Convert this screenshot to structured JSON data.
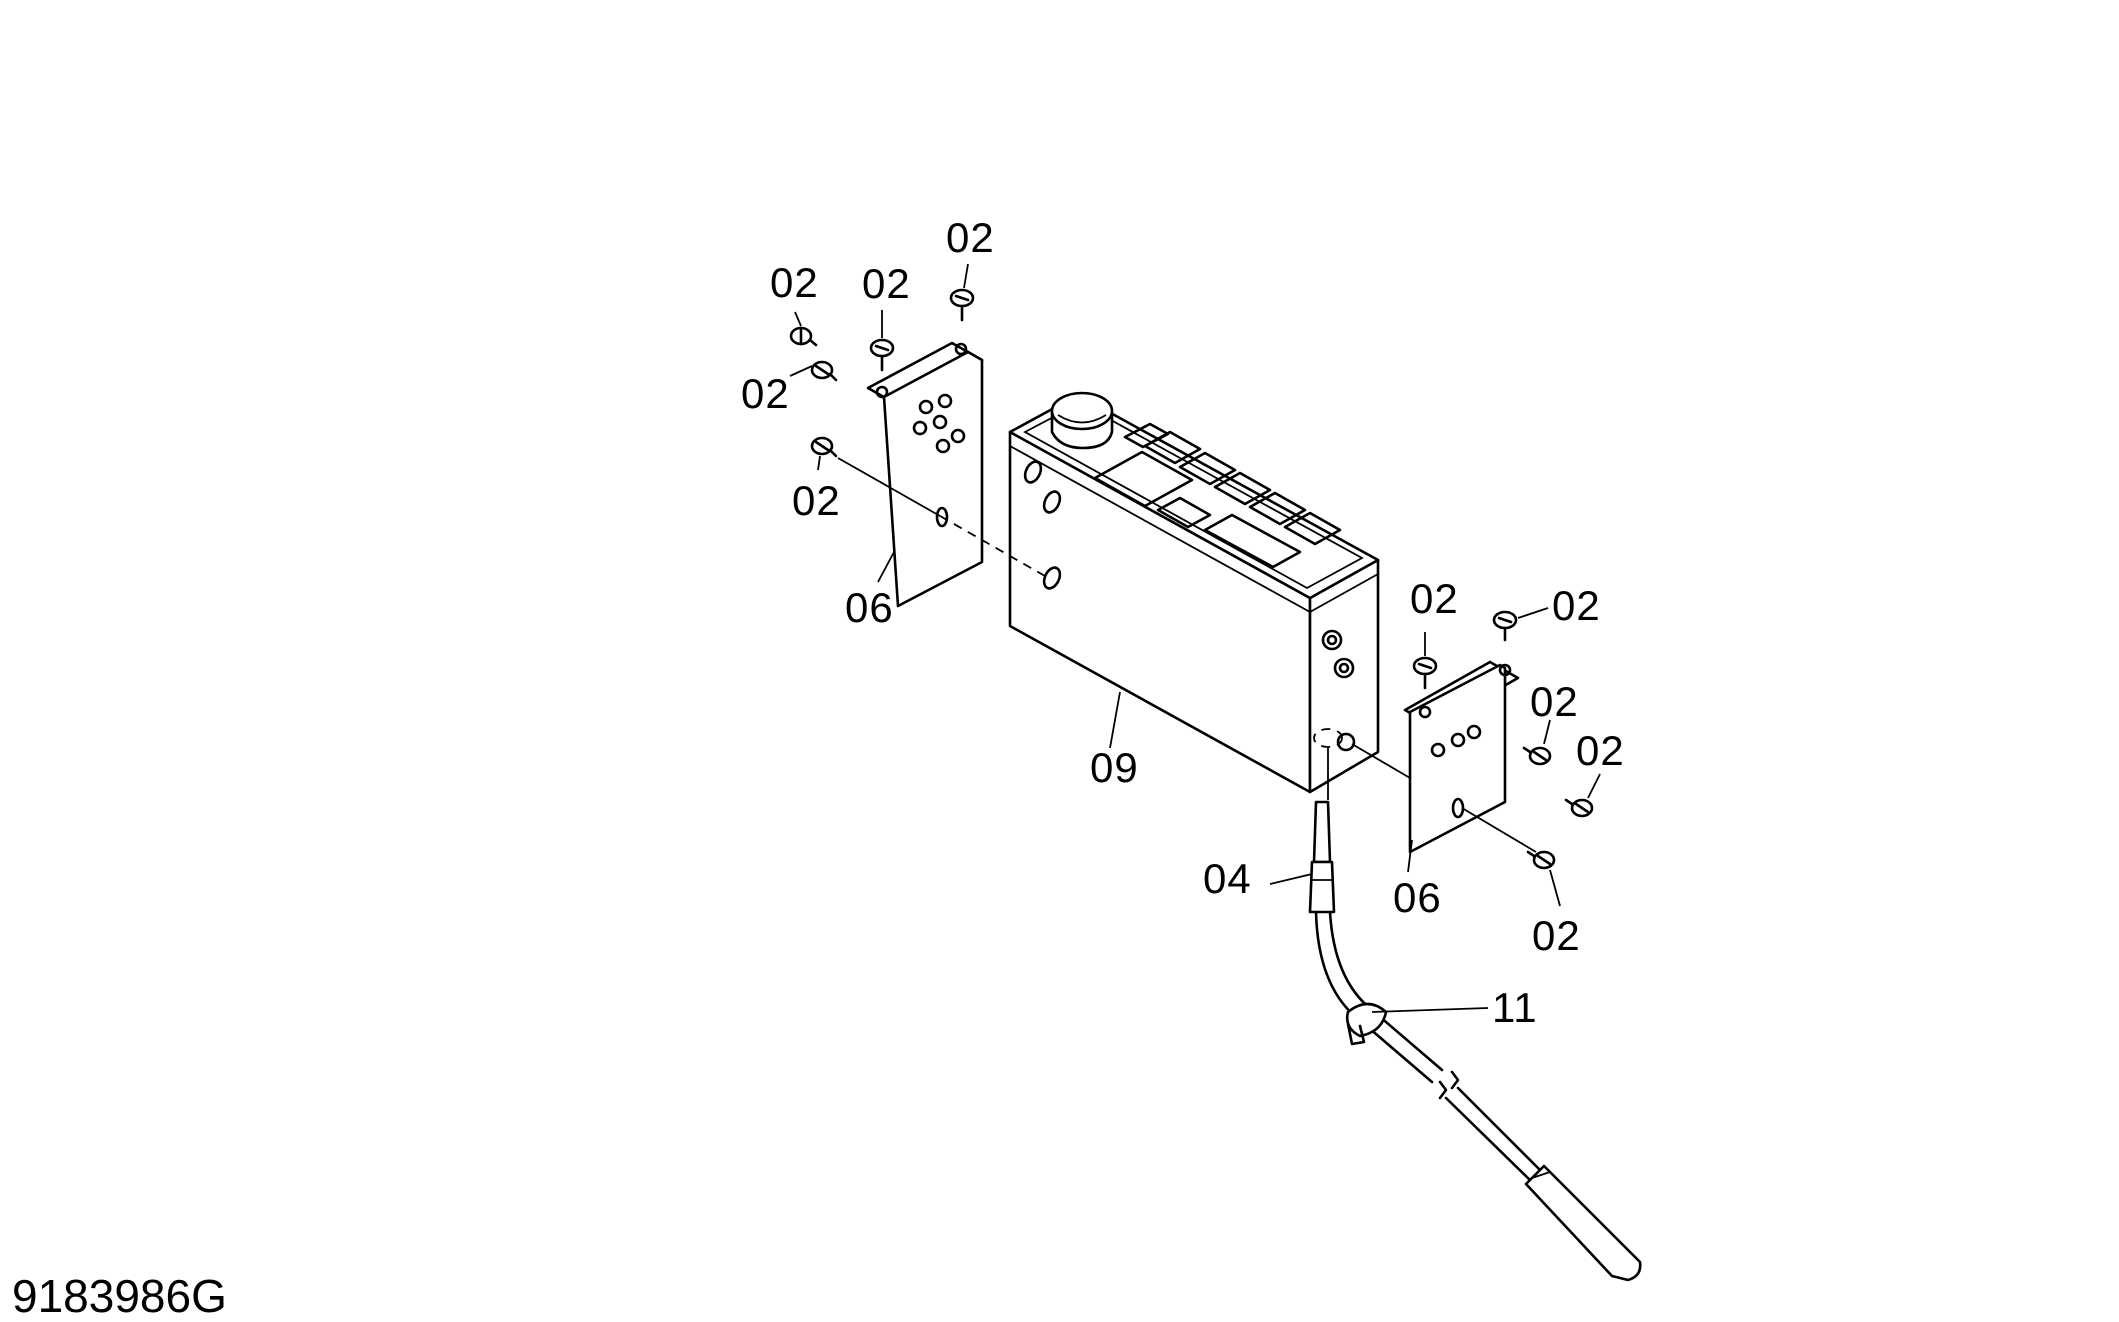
{
  "reference_number": "9183986G",
  "callouts": {
    "screw_a": "02",
    "screw_b": "02",
    "screw_c": "02",
    "screw_d": "02",
    "screw_e": "02",
    "screw_f": "02",
    "screw_g": "02",
    "screw_h": "02",
    "screw_i": "02",
    "screw_j": "02",
    "bracket_left": "06",
    "bracket_right": "06",
    "unit_body": "09",
    "sensor": "04",
    "clamp": "11"
  }
}
